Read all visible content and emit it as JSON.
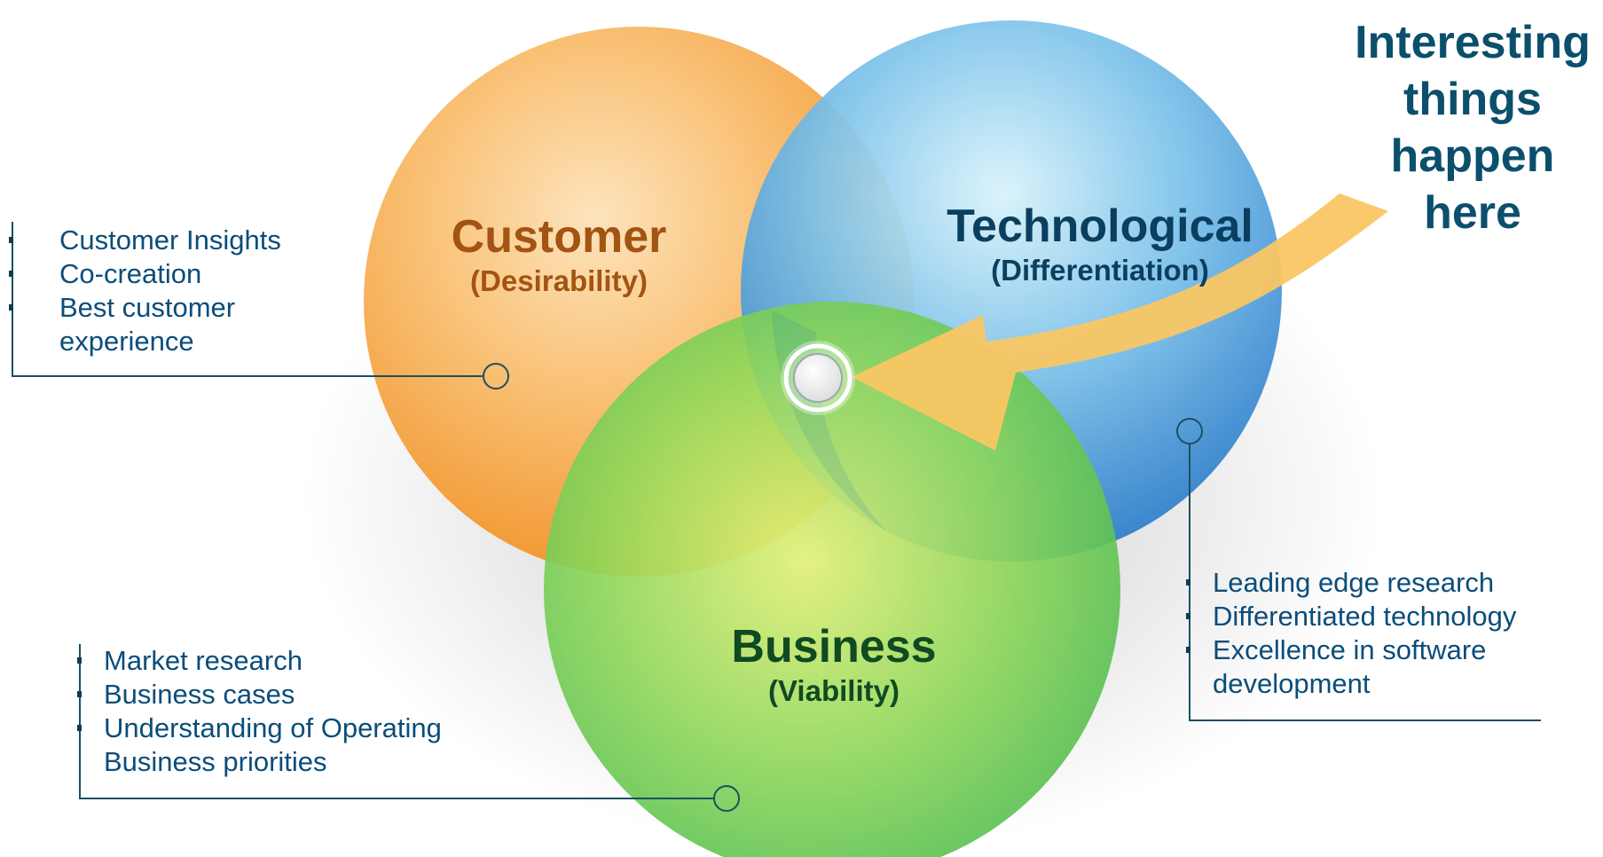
{
  "headline": {
    "lines": [
      "Interesting",
      "things",
      "happen",
      "here"
    ]
  },
  "circles": {
    "customer": {
      "title": "Customer",
      "subtitle": "(Desirability)",
      "color": "#f7a23c",
      "text_color": "#a35412"
    },
    "technological": {
      "title": "Technological",
      "subtitle": "(Differentiation)",
      "color": "#3c8fd6",
      "text_color": "#0b3f5f"
    },
    "business": {
      "title": "Business",
      "subtitle": "(Viability)",
      "color": "#56c33a",
      "text_color": "#0f4a22"
    }
  },
  "callouts": {
    "customer": [
      "Customer Insights",
      "Co-creation",
      "Best customer",
      "experience"
    ],
    "technological": [
      "Leading edge research",
      "Differentiated technology",
      "Excellence in software",
      "development"
    ],
    "business": [
      "Market research",
      "Business cases",
      "Understanding of Operating",
      "Business priorities"
    ]
  },
  "colors": {
    "arrow": "#f9c663",
    "connector": "#1d4f63",
    "bullet_text": "#0b4d7a",
    "headline": "#0b4f6c"
  }
}
